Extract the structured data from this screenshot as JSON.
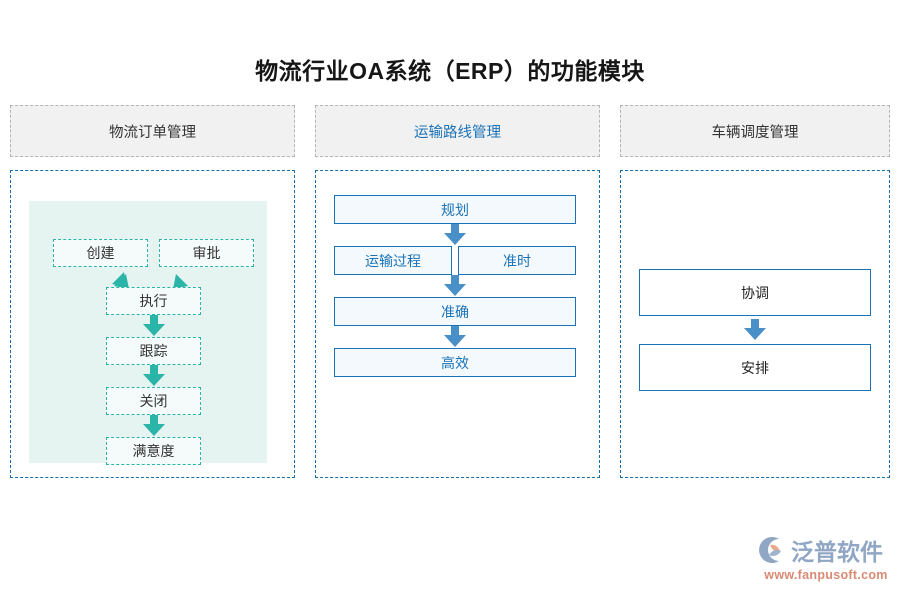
{
  "page": {
    "title": "物流行业OA系统（ERP）的功能模块",
    "background_color": "#ffffff"
  },
  "colors": {
    "title_text": "#161616",
    "header_fill": "#f1f1f1",
    "header_border": "#b4b4b4",
    "panel_border": "#1a6ca8",
    "mint_fill": "#e5f4f0",
    "teal_accent": "#2ab5a8",
    "blue_accent": "#1a72b8",
    "blue_arrow": "#4a90c8",
    "logo_text": "#8fa6c4",
    "logo_url": "#d98a72"
  },
  "columns": [
    {
      "header": "物流订单管理",
      "header_style": "dark",
      "nodes": [
        {
          "label": "创建",
          "style": "teal"
        },
        {
          "label": "审批",
          "style": "teal"
        },
        {
          "label": "执行",
          "style": "teal"
        },
        {
          "label": "跟踪",
          "style": "teal"
        },
        {
          "label": "关闭",
          "style": "teal"
        },
        {
          "label": "满意度",
          "style": "teal"
        }
      ],
      "arrows": [
        {
          "from": "创建",
          "to": "执行",
          "direction": "diagonal-right",
          "color": "#2ab5a8"
        },
        {
          "from": "审批",
          "to": "执行",
          "direction": "diagonal-left",
          "color": "#2ab5a8"
        },
        {
          "from": "执行",
          "to": "跟踪",
          "direction": "down",
          "color": "#2ab5a8"
        },
        {
          "from": "跟踪",
          "to": "关闭",
          "direction": "down",
          "color": "#2ab5a8"
        },
        {
          "from": "关闭",
          "to": "满意度",
          "direction": "down",
          "color": "#2ab5a8"
        }
      ]
    },
    {
      "header": "运输路线管理",
      "header_style": "blue",
      "nodes": [
        {
          "label": "规划",
          "style": "blue"
        },
        {
          "label": "运输过程",
          "style": "blue"
        },
        {
          "label": "准时",
          "style": "blue"
        },
        {
          "label": "准确",
          "style": "blue"
        },
        {
          "label": "高效",
          "style": "blue"
        }
      ],
      "arrows": [
        {
          "from": "规划",
          "to": "运输过程",
          "direction": "down",
          "color": "#4a90c8"
        },
        {
          "from": "运输过程",
          "to": "准确",
          "direction": "down",
          "color": "#4a90c8"
        },
        {
          "from": "准确",
          "to": "高效",
          "direction": "down",
          "color": "#4a90c8"
        }
      ]
    },
    {
      "header": "车辆调度管理",
      "header_style": "dark",
      "nodes": [
        {
          "label": "协调",
          "style": "outline"
        },
        {
          "label": "安排",
          "style": "outline"
        }
      ],
      "arrows": [
        {
          "from": "协调",
          "to": "安排",
          "direction": "down",
          "color": "#4a90c8"
        }
      ]
    }
  ],
  "logo": {
    "brand": "泛普软件",
    "url": "www.fanpusoft.com",
    "mark": "fanpu-logo-icon"
  }
}
